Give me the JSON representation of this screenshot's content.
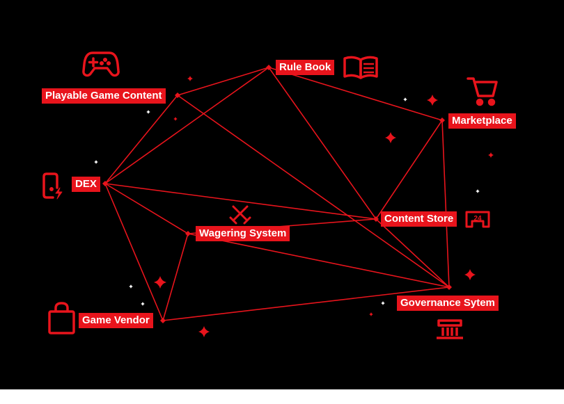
{
  "colors": {
    "background": "#000000",
    "accent": "#e8141c",
    "label_text": "#ffffff",
    "sparkle_white": "#ffffff"
  },
  "nodes": {
    "playable_game_content": {
      "label": "Playable Game Content",
      "icon": "gamepad-icon"
    },
    "rule_book": {
      "label": "Rule Book",
      "icon": "open-book-icon"
    },
    "marketplace": {
      "label": "Marketplace",
      "icon": "shopping-cart-icon"
    },
    "dex": {
      "label": "DEX",
      "icon": "mobile-bolt-icon"
    },
    "wagering_system": {
      "label": "Wagering System",
      "icon": "crossed-swords-icon"
    },
    "content_store": {
      "label": "Content Store",
      "icon": "store-24-icon"
    },
    "game_vendor": {
      "label": "Game Vendor",
      "icon": "shopping-bag-icon"
    },
    "governance_system": {
      "label": "Governance Sytem",
      "icon": "bank-building-icon"
    }
  },
  "edges": [
    [
      "playable_game_content",
      "rule_book"
    ],
    [
      "playable_game_content",
      "dex"
    ],
    [
      "playable_game_content",
      "governance_system"
    ],
    [
      "rule_book",
      "marketplace"
    ],
    [
      "rule_book",
      "dex"
    ],
    [
      "rule_book",
      "content_store"
    ],
    [
      "marketplace",
      "content_store"
    ],
    [
      "marketplace",
      "governance_system"
    ],
    [
      "dex",
      "content_store"
    ],
    [
      "dex",
      "wagering_system"
    ],
    [
      "dex",
      "game_vendor"
    ],
    [
      "wagering_system",
      "content_store"
    ],
    [
      "wagering_system",
      "governance_system"
    ],
    [
      "wagering_system",
      "game_vendor"
    ],
    [
      "content_store",
      "governance_system"
    ],
    [
      "game_vendor",
      "governance_system"
    ]
  ]
}
